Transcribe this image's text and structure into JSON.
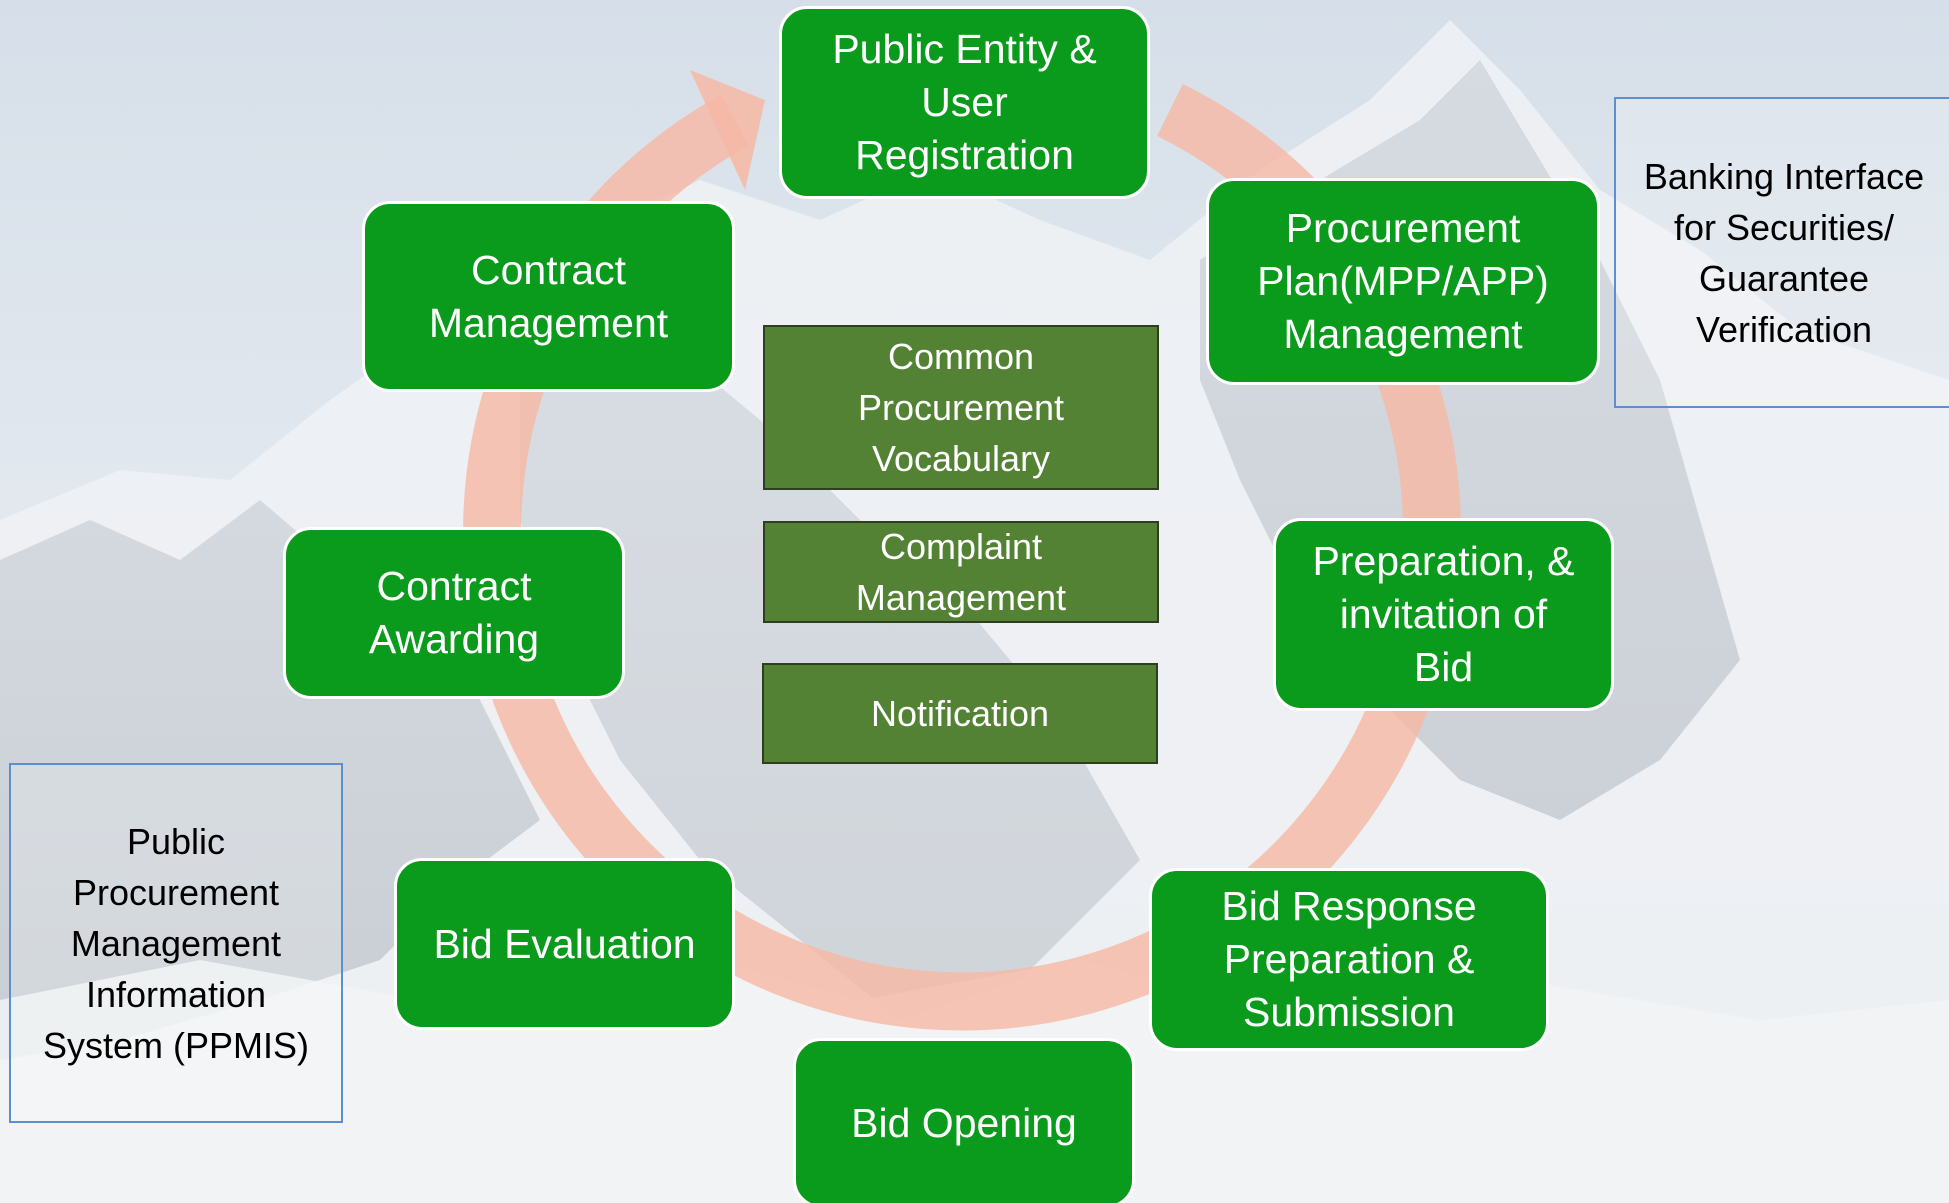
{
  "diagram": {
    "cycle_steps": [
      {
        "id": "registration",
        "label": "Public Entity  &\nUser\nRegistration"
      },
      {
        "id": "plan",
        "label": "Procurement\nPlan(MPP/APP)\nManagement"
      },
      {
        "id": "preparation",
        "label": "Preparation, &\ninvitation of\nBid"
      },
      {
        "id": "response",
        "label": "Bid Response\nPreparation &\nSubmission"
      },
      {
        "id": "opening",
        "label": "Bid Opening"
      },
      {
        "id": "evaluation",
        "label": "Bid Evaluation"
      },
      {
        "id": "awarding",
        "label": "Contract\nAwarding"
      },
      {
        "id": "contract_mgmt",
        "label": "Contract\nManagement"
      }
    ],
    "center_modules": [
      {
        "id": "vocabulary",
        "label": "Common\nProcurement\nVocabulary"
      },
      {
        "id": "complaint",
        "label": "Complaint\nManagement"
      },
      {
        "id": "notification",
        "label": "Notification"
      }
    ],
    "side_notes": {
      "banking": "Banking Interface\nfor Securities/\nGuarantee\nVerification",
      "ppmis": "Public\nProcurement\nManagement\nInformation\nSystem (PPMIS)"
    }
  },
  "colors": {
    "step_fill": "#0a9a1c",
    "step_border": "#ffffff",
    "center_fill": "#548235",
    "side_border": "#5b8fd0",
    "cycle_arrow": "#f6b8a4",
    "sky": "#dfe6ee"
  },
  "icons": {
    "cycle": "circular-arrow-icon"
  }
}
